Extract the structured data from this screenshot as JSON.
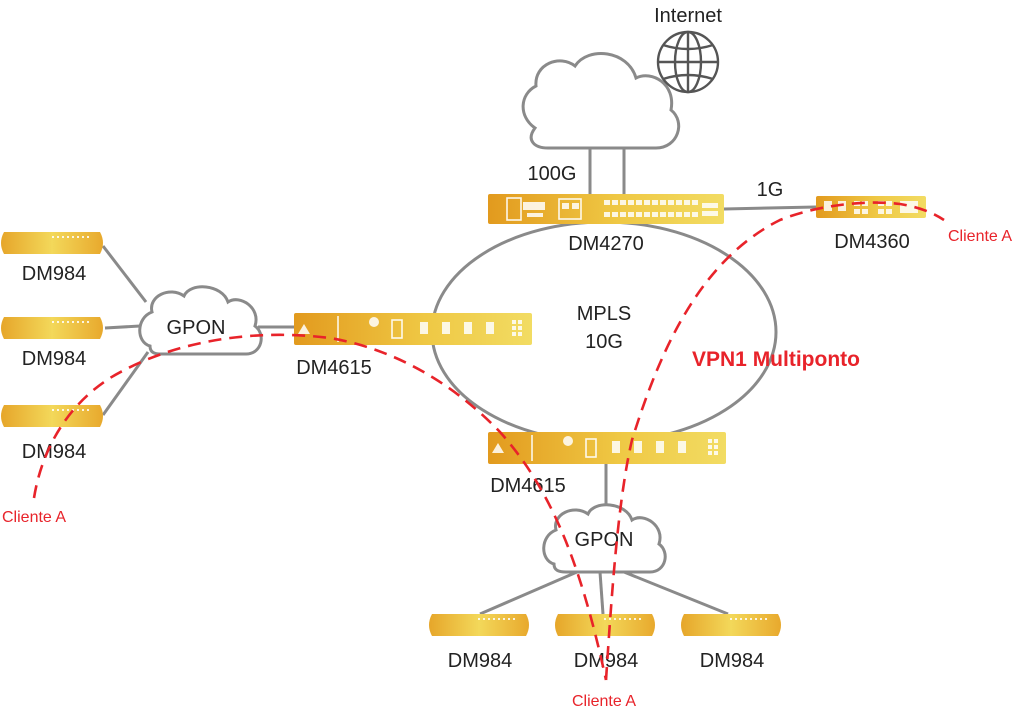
{
  "diagram": {
    "internet_label": "Internet",
    "uplink_label": "100G",
    "link_dm4360_label": "1G",
    "mpls_label_line1": "MPLS",
    "mpls_label_line2": "10G",
    "vpn_label": "VPN1 Multiponto",
    "gpon_left_label": "GPON",
    "gpon_bottom_label": "GPON",
    "devices": {
      "dm4270": "DM4270",
      "dm4360": "DM4360",
      "dm4615_left": "DM4615",
      "dm4615_bottom": "DM4615",
      "onu_left_1": "DM984",
      "onu_left_2": "DM984",
      "onu_left_3": "DM984",
      "onu_bottom_1": "DM984",
      "onu_bottom_2": "DM984",
      "onu_bottom_3": "DM984"
    },
    "clients": {
      "right": "Cliente A",
      "left": "Cliente A",
      "bottom": "Cliente A"
    },
    "colors": {
      "equipment_gradient_start": "#e29a1e",
      "equipment_gradient_end": "#f2dc63",
      "link": "#8a8a8a",
      "vpn": "#e8232a"
    },
    "icons": [
      "globe-icon",
      "cloud-icon"
    ]
  }
}
